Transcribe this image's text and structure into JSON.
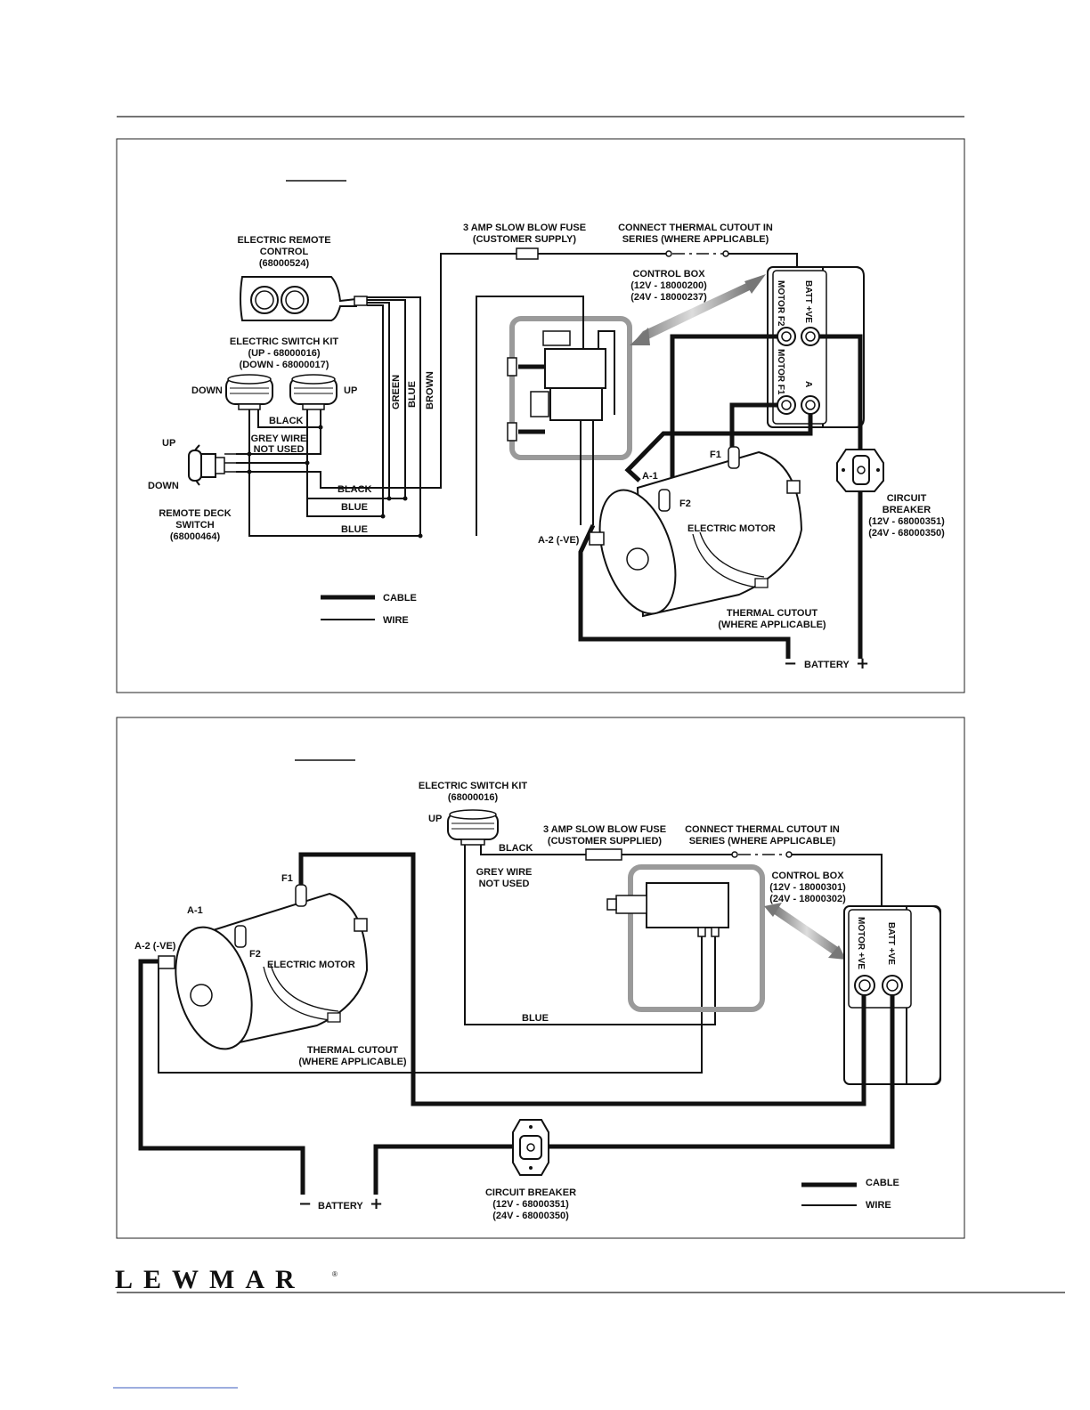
{
  "brand": {
    "logo": "LEWMAR",
    "registered": "®"
  },
  "diagram1": {
    "fuse": [
      "3 AMP SLOW BLOW FUSE",
      "(CUSTOMER SUPPLY)"
    ],
    "thermal_series": [
      "CONNECT THERMAL CUTOUT IN",
      "SERIES (WHERE APPLICABLE)"
    ],
    "remote_control": [
      "ELECTRIC REMOTE",
      "CONTROL",
      "(68000524)"
    ],
    "control_box": [
      "CONTROL BOX",
      "(12V - 18000200)",
      "(24V - 18000237)"
    ],
    "switch_kit": [
      "ELECTRIC SWITCH KIT",
      "(UP - 68000016)",
      "(DOWN - 68000017)"
    ],
    "down": "DOWN",
    "up": "UP",
    "wire_green": "GREEN",
    "wire_blue": "BLUE",
    "wire_brown": "BROWN",
    "black": "BLACK",
    "grey_wire": [
      "GREY WIRE",
      "NOT USED"
    ],
    "deck_up": "UP",
    "deck_down": "DOWN",
    "deck_switch": [
      "REMOTE DECK",
      "SWITCH",
      "(68000464)"
    ],
    "black2": "BLACK",
    "blue1": "BLUE",
    "blue2": "BLUE",
    "terminals": {
      "motor_f2": "MOTOR F2",
      "batt_ve": "BATT +VE",
      "motor_f1": "MOTOR F1",
      "a": "A"
    },
    "f1": "F1",
    "a1": "A-1",
    "f2": "F2",
    "a2": "A-2 (-VE)",
    "motor": "ELECTRIC MOTOR",
    "circuit_breaker": [
      "CIRCUIT",
      "BREAKER",
      "(12V - 68000351)",
      "(24V - 68000350)"
    ],
    "cable": "CABLE",
    "wire": "WIRE",
    "thermal_cutout": [
      "THERMAL CUTOUT",
      "(WHERE APPLICABLE)"
    ],
    "battery": "BATTERY",
    "minus": "−",
    "plus": "+"
  },
  "diagram2": {
    "switch_kit": [
      "ELECTRIC SWITCH KIT",
      "(68000016)"
    ],
    "up": "UP",
    "black": "BLACK",
    "fuse": [
      "3 AMP SLOW BLOW FUSE",
      "(CUSTOMER SUPPLIED)"
    ],
    "thermal_series": [
      "CONNECT THERMAL CUTOUT IN",
      "SERIES (WHERE APPLICABLE)"
    ],
    "grey_wire": [
      "GREY WIRE",
      "NOT USED"
    ],
    "control_box": [
      "CONTROL BOX",
      "(12V - 18000301)",
      "(24V - 18000302)"
    ],
    "f1": "F1",
    "a1": "A-1",
    "a2": "A-2 (-VE)",
    "f2": "F2",
    "motor": "ELECTRIC MOTOR",
    "terminals": {
      "motor_ve": "MOTOR +VE",
      "batt_ve": "BATT +VE"
    },
    "blue": "BLUE",
    "thermal_cutout": [
      "THERMAL CUTOUT",
      "(WHERE APPLICABLE)"
    ],
    "battery": "BATTERY",
    "minus": "−",
    "plus": "+",
    "circuit_breaker": [
      "CIRCUIT BREAKER",
      "(12V - 68000351)",
      "(24V - 68000350)"
    ],
    "cable": "CABLE",
    "wire": "WIRE"
  }
}
